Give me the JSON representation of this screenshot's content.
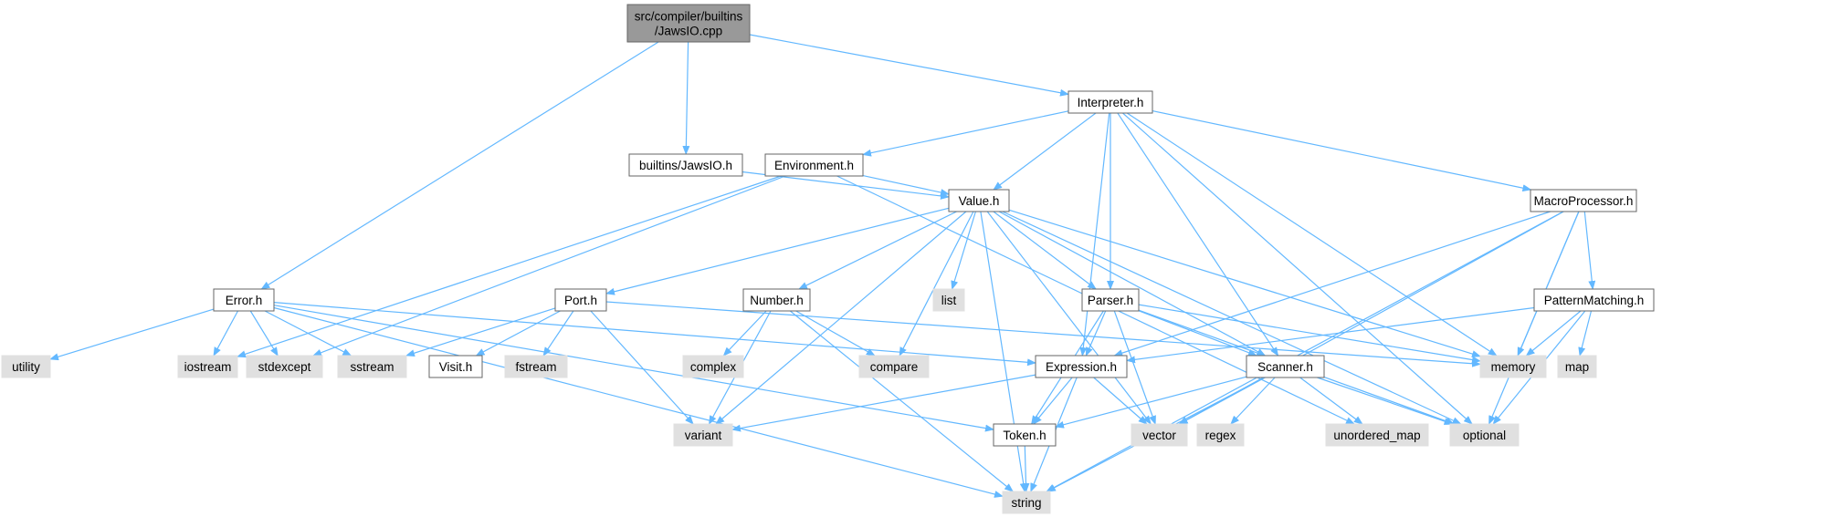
{
  "title": "src/compiler/builtins/JawsIO.cpp",
  "colors": {
    "edge": "#63b8ff",
    "root_fill": "#999999",
    "root_border": "#666666",
    "project_fill": "#ffffff",
    "project_border": "#666666",
    "system_fill": "#e0e0e0",
    "system_border": "#e0e0e0"
  },
  "nodes": [
    {
      "id": "root",
      "lines": [
        "src/compiler/builtins",
        "/JawsIO.cpp"
      ],
      "kind": "root"
    },
    {
      "id": "builtins_jawsio_h",
      "lines": [
        "builtins/JawsIO.h"
      ],
      "kind": "project"
    },
    {
      "id": "interpreter_h",
      "lines": [
        "Interpreter.h"
      ],
      "kind": "project"
    },
    {
      "id": "environment_h",
      "lines": [
        "Environment.h"
      ],
      "kind": "project"
    },
    {
      "id": "value_h",
      "lines": [
        "Value.h"
      ],
      "kind": "project"
    },
    {
      "id": "macroprocessor_h",
      "lines": [
        "MacroProcessor.h"
      ],
      "kind": "project"
    },
    {
      "id": "error_h",
      "lines": [
        "Error.h"
      ],
      "kind": "project"
    },
    {
      "id": "port_h",
      "lines": [
        "Port.h"
      ],
      "kind": "project"
    },
    {
      "id": "number_h",
      "lines": [
        "Number.h"
      ],
      "kind": "project"
    },
    {
      "id": "list",
      "lines": [
        "list"
      ],
      "kind": "system"
    },
    {
      "id": "parser_h",
      "lines": [
        "Parser.h"
      ],
      "kind": "project"
    },
    {
      "id": "patternmatching_h",
      "lines": [
        "PatternMatching.h"
      ],
      "kind": "project"
    },
    {
      "id": "utility",
      "lines": [
        "utility"
      ],
      "kind": "system"
    },
    {
      "id": "iostream",
      "lines": [
        "iostream"
      ],
      "kind": "system"
    },
    {
      "id": "stdexcept",
      "lines": [
        "stdexcept"
      ],
      "kind": "system"
    },
    {
      "id": "sstream",
      "lines": [
        "sstream"
      ],
      "kind": "system"
    },
    {
      "id": "visit_h",
      "lines": [
        "Visit.h"
      ],
      "kind": "project"
    },
    {
      "id": "fstream",
      "lines": [
        "fstream"
      ],
      "kind": "system"
    },
    {
      "id": "complex",
      "lines": [
        "complex"
      ],
      "kind": "system"
    },
    {
      "id": "compare",
      "lines": [
        "compare"
      ],
      "kind": "system"
    },
    {
      "id": "expression_h",
      "lines": [
        "Expression.h"
      ],
      "kind": "project"
    },
    {
      "id": "scanner_h",
      "lines": [
        "Scanner.h"
      ],
      "kind": "project"
    },
    {
      "id": "memory",
      "lines": [
        "memory"
      ],
      "kind": "system"
    },
    {
      "id": "map",
      "lines": [
        "map"
      ],
      "kind": "system"
    },
    {
      "id": "variant",
      "lines": [
        "variant"
      ],
      "kind": "system"
    },
    {
      "id": "token_h",
      "lines": [
        "Token.h"
      ],
      "kind": "project"
    },
    {
      "id": "vector",
      "lines": [
        "vector"
      ],
      "kind": "system"
    },
    {
      "id": "regex",
      "lines": [
        "regex"
      ],
      "kind": "system"
    },
    {
      "id": "unordered_map",
      "lines": [
        "unordered_map"
      ],
      "kind": "system"
    },
    {
      "id": "optional",
      "lines": [
        "optional"
      ],
      "kind": "system"
    },
    {
      "id": "string",
      "lines": [
        "string"
      ],
      "kind": "system"
    }
  ],
  "edges": [
    [
      "root",
      "error_h"
    ],
    [
      "root",
      "builtins_jawsio_h"
    ],
    [
      "root",
      "interpreter_h"
    ],
    [
      "builtins_jawsio_h",
      "value_h"
    ],
    [
      "interpreter_h",
      "environment_h"
    ],
    [
      "interpreter_h",
      "value_h"
    ],
    [
      "interpreter_h",
      "expression_h"
    ],
    [
      "interpreter_h",
      "parser_h"
    ],
    [
      "interpreter_h",
      "scanner_h"
    ],
    [
      "interpreter_h",
      "memory"
    ],
    [
      "interpreter_h",
      "macroprocessor_h"
    ],
    [
      "interpreter_h",
      "optional"
    ],
    [
      "environment_h",
      "value_h"
    ],
    [
      "environment_h",
      "iostream"
    ],
    [
      "environment_h",
      "stdexcept"
    ],
    [
      "environment_h",
      "unordered_map"
    ],
    [
      "value_h",
      "port_h"
    ],
    [
      "value_h",
      "number_h"
    ],
    [
      "value_h",
      "list"
    ],
    [
      "value_h",
      "parser_h"
    ],
    [
      "value_h",
      "scanner_h"
    ],
    [
      "value_h",
      "variant"
    ],
    [
      "value_h",
      "compare"
    ],
    [
      "value_h",
      "string"
    ],
    [
      "value_h",
      "vector"
    ],
    [
      "value_h",
      "memory"
    ],
    [
      "value_h",
      "optional"
    ],
    [
      "macroprocessor_h",
      "patternmatching_h"
    ],
    [
      "macroprocessor_h",
      "expression_h"
    ],
    [
      "macroprocessor_h",
      "memory"
    ],
    [
      "macroprocessor_h",
      "string"
    ],
    [
      "macroprocessor_h",
      "vector"
    ],
    [
      "macroprocessor_h",
      "optional"
    ],
    [
      "error_h",
      "utility"
    ],
    [
      "error_h",
      "iostream"
    ],
    [
      "error_h",
      "stdexcept"
    ],
    [
      "error_h",
      "sstream"
    ],
    [
      "error_h",
      "expression_h"
    ],
    [
      "error_h",
      "token_h"
    ],
    [
      "error_h",
      "string"
    ],
    [
      "port_h",
      "sstream"
    ],
    [
      "port_h",
      "visit_h"
    ],
    [
      "port_h",
      "fstream"
    ],
    [
      "port_h",
      "variant"
    ],
    [
      "port_h",
      "memory"
    ],
    [
      "number_h",
      "complex"
    ],
    [
      "number_h",
      "compare"
    ],
    [
      "number_h",
      "variant"
    ],
    [
      "number_h",
      "string"
    ],
    [
      "parser_h",
      "expression_h"
    ],
    [
      "parser_h",
      "scanner_h"
    ],
    [
      "parser_h",
      "token_h"
    ],
    [
      "parser_h",
      "memory"
    ],
    [
      "parser_h",
      "vector"
    ],
    [
      "parser_h",
      "optional"
    ],
    [
      "patternmatching_h",
      "expression_h"
    ],
    [
      "patternmatching_h",
      "memory"
    ],
    [
      "patternmatching_h",
      "map"
    ],
    [
      "patternmatching_h",
      "optional"
    ],
    [
      "expression_h",
      "token_h"
    ],
    [
      "expression_h",
      "variant"
    ],
    [
      "expression_h",
      "vector"
    ],
    [
      "expression_h",
      "string"
    ],
    [
      "scanner_h",
      "token_h"
    ],
    [
      "scanner_h",
      "vector"
    ],
    [
      "scanner_h",
      "regex"
    ],
    [
      "scanner_h",
      "unordered_map"
    ],
    [
      "scanner_h",
      "optional"
    ],
    [
      "scanner_h",
      "string"
    ],
    [
      "token_h",
      "string"
    ]
  ]
}
